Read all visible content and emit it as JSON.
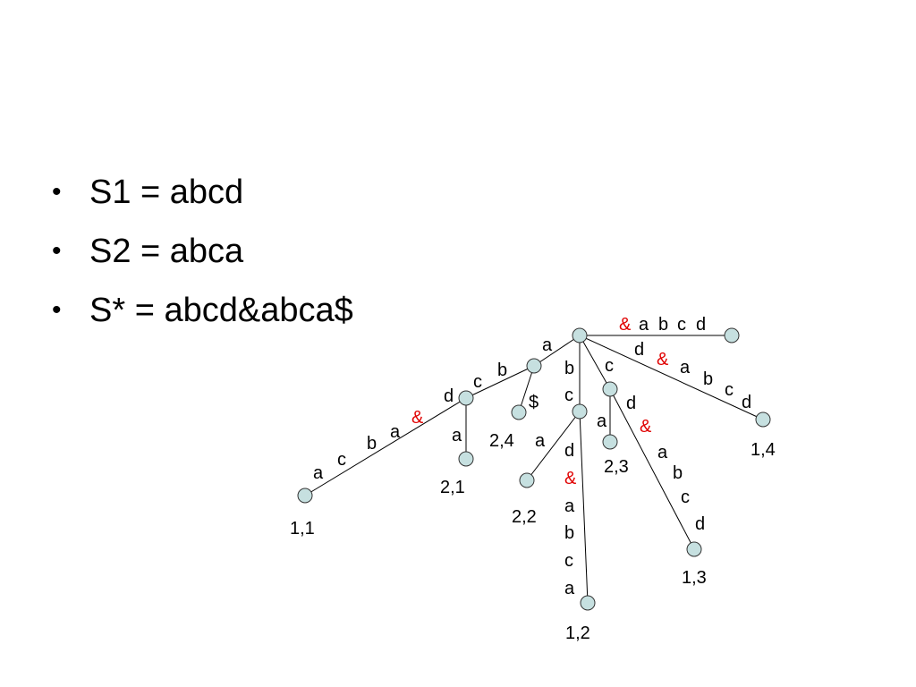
{
  "bullets": [
    {
      "text": "S1 = abcd"
    },
    {
      "text": "S2 = abca"
    },
    {
      "text": "S* = abcd&abca$"
    }
  ],
  "colors": {
    "node_fill": "#c6e0e0",
    "edge": "#000000",
    "label": "#000000",
    "separator": "#e00000"
  },
  "tree": {
    "edge_labels": {
      "e14": [
        "&",
        "a",
        "b",
        "c",
        "d"
      ],
      "e13": [
        "d",
        "&",
        "a",
        "b",
        "c",
        "d"
      ],
      "e_root_a": "a",
      "e_a_b": [
        "b",
        "c"
      ],
      "e_b_d": "d",
      "e_d_leaf11": [
        "&",
        "a",
        "b",
        "c",
        "a"
      ],
      "e_d_leaf21": "a",
      "e_b_leaf24": "$",
      "e_root_bc": [
        "b",
        "c"
      ],
      "e_bc_leaf12": [
        "d",
        "&",
        "a",
        "b",
        "c",
        "a"
      ],
      "e_bc_leaf22": "a",
      "e_root_c": "c",
      "e_c_leaf23": "a",
      "e_c_leaf13": [
        "d",
        "&",
        "a",
        "b",
        "c",
        "d"
      ]
    },
    "leaf_labels": {
      "leaf11": "1,1",
      "leaf12": "1,2",
      "leaf13": "1,3",
      "leaf14": "1,4",
      "leaf21": "2,1",
      "leaf22": "2,2",
      "leaf23": "2,3",
      "leaf24": "2,4"
    }
  }
}
